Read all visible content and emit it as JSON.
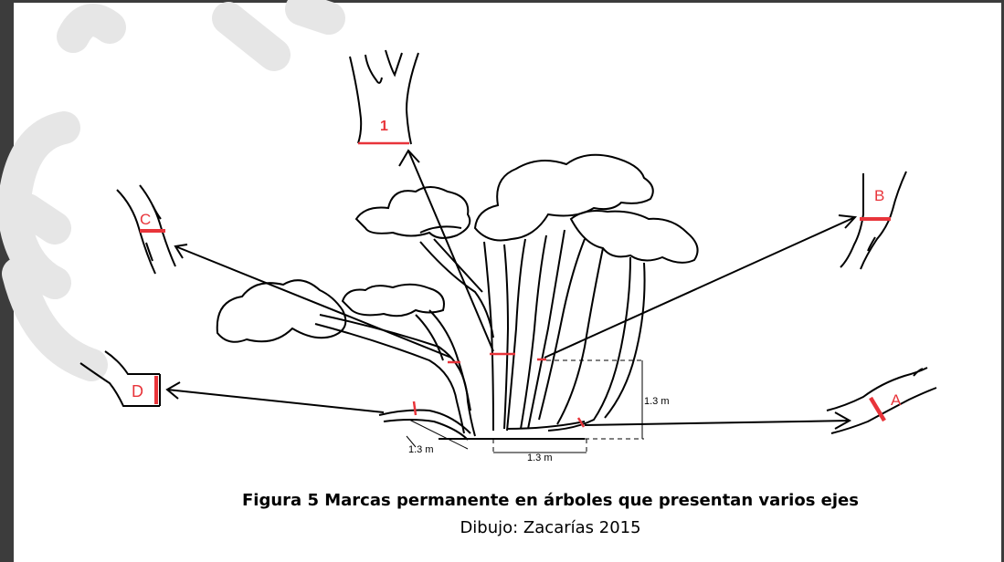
{
  "markers": {
    "m1": "1",
    "a": "A",
    "b": "B",
    "c": "C",
    "d": "D"
  },
  "dimensions": {
    "vertical": "1.3 m",
    "ground_right": "1.3 m",
    "ground_left": "1.3 m"
  },
  "caption": {
    "title": "Figura 5 Marcas permanente en árboles que presentan varios ejes",
    "credit": "Dibujo: Zacarías 2015"
  },
  "colors": {
    "mark": "#e8343a",
    "ink": "#000000",
    "watermark": "#e6e6e6",
    "frame": "#3c3c3c"
  }
}
